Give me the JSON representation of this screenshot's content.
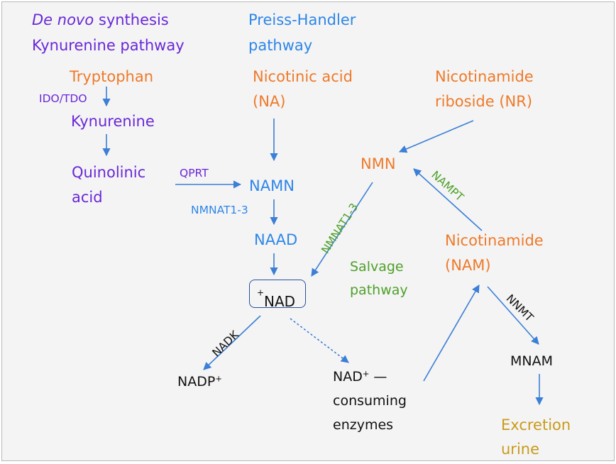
{
  "headers": {
    "denovo_italic": "De novo",
    "denovo_rest": " synthesis",
    "kynurenine_pathway": "Kynurenine pathway",
    "preiss_line1": "Preiss-Handler",
    "preiss_line2": "pathway",
    "salvage_line1": "Salvage",
    "salvage_line2": "pathway"
  },
  "metabolites": {
    "tryptophan": "Tryptophan",
    "kynurenine": "Kynurenine",
    "quinolinic_line1": "Quinolinic",
    "quinolinic_line2": "acid",
    "na_line1": "Nicotinic acid",
    "na_line2": "(NA)",
    "nr_line1": "Nicotinamide",
    "nr_line2": "riboside (NR)",
    "namn": "NAMN",
    "naad": "NAAD",
    "nmn": "NMN",
    "nam_line1": "Nicotinamide",
    "nam_line2": "(NAM)",
    "nad_base": "NAD",
    "nad_sup": "+",
    "nadp_base": "NADP",
    "nadp_sup": "+",
    "consuming_base": "NAD",
    "consuming_sup": "+",
    "consuming_line1_rest": " —",
    "consuming_line2": "consuming",
    "consuming_line3": "enzymes",
    "mnam": "MNAM",
    "excretion_line1": "Excretion",
    "excretion_line2": "urine"
  },
  "enzymes": {
    "ido_tdo": "IDO/TDO",
    "qprt": "QPRT",
    "nmnat_blue": "NMNAT1-3",
    "nmnat_green": "NMNAT1-3",
    "nampt": "NAMPT",
    "nadk": "NADK",
    "nnmt": "NNMT"
  },
  "colors": {
    "kynurenine_pathway": "#6a28d8",
    "preiss_handler": "#2e86e8",
    "precursors": "#ee7a2a",
    "salvage": "#4ea02a",
    "products": "#111111",
    "excretion": "#c99a1a",
    "arrows": "#3b7fd6",
    "nad_box_border": "#2a4f9c",
    "background": "#f4f4f4"
  }
}
